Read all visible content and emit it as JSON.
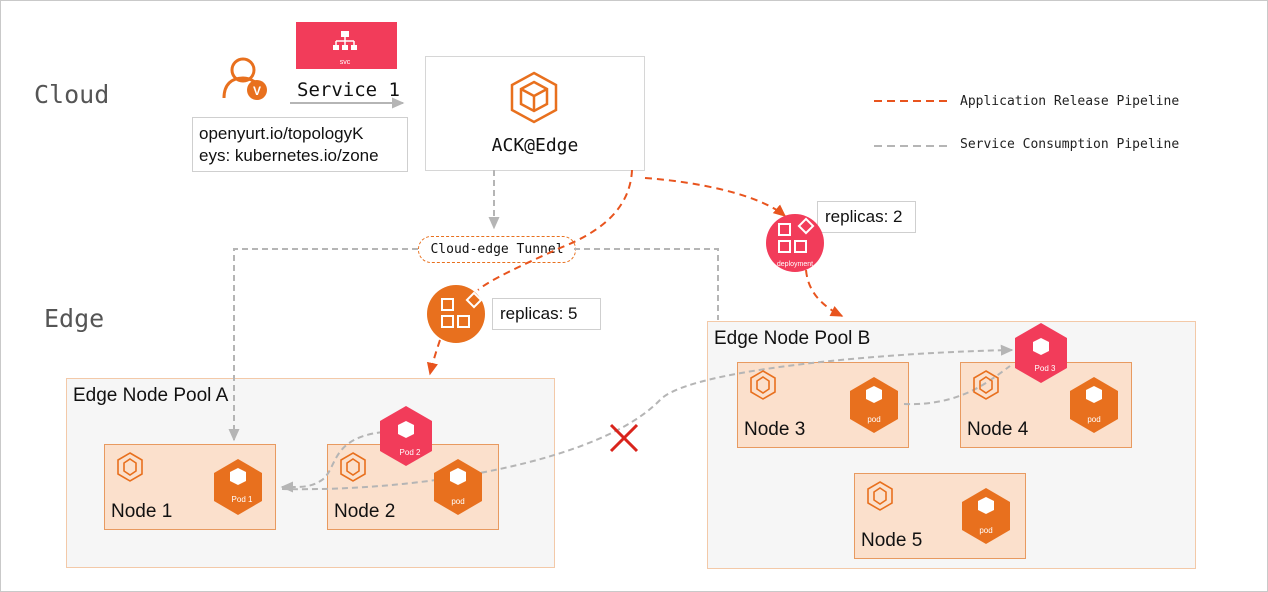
{
  "zones": {
    "cloud": "Cloud",
    "edge": "Edge"
  },
  "service": {
    "badge": "svc",
    "label": "Service 1",
    "user_badge": "V"
  },
  "topology_keys": {
    "line1": "openyurt.io/topologyK",
    "line2": "eys: kubernetes.io/zone"
  },
  "control_plane": {
    "label": "ACK@Edge"
  },
  "tunnel": {
    "label": "Cloud-edge Tunnel"
  },
  "legend": [
    {
      "label": "Application Release Pipeline",
      "color": "#e8541e"
    },
    {
      "label": "Service Consumption Pipeline",
      "color": "#b5b5b5"
    }
  ],
  "deployments": {
    "edge_replicas": "replicas: 5",
    "cloud_replicas": "replicas: 2",
    "deployment_caption": "deployment"
  },
  "pools": {
    "a": {
      "title": "Edge Node Pool A"
    },
    "b": {
      "title": "Edge Node Pool B"
    }
  },
  "nodes": {
    "node1": {
      "label": "Node 1",
      "pod": "Pod 1"
    },
    "node2": {
      "label": "Node 2",
      "pod": "pod",
      "service_pod": "Pod 2"
    },
    "node3": {
      "label": "Node 3",
      "pod": "pod"
    },
    "node4": {
      "label": "Node 4",
      "pod": "pod",
      "service_pod": "Pod 3"
    },
    "node5": {
      "label": "Node 5",
      "pod": "pod"
    }
  },
  "colors": {
    "orange": "#e8701e",
    "pink": "#f23c5a",
    "release_line": "#e8541e",
    "consume_line": "#b5b5b5",
    "blocked_cross": "#d9241c"
  },
  "icons": [
    "user-icon",
    "svc-icon",
    "ack-cube-icon",
    "deployment-icon",
    "node-cube-icon",
    "pod-hex-icon",
    "blocked-cross-icon"
  ]
}
